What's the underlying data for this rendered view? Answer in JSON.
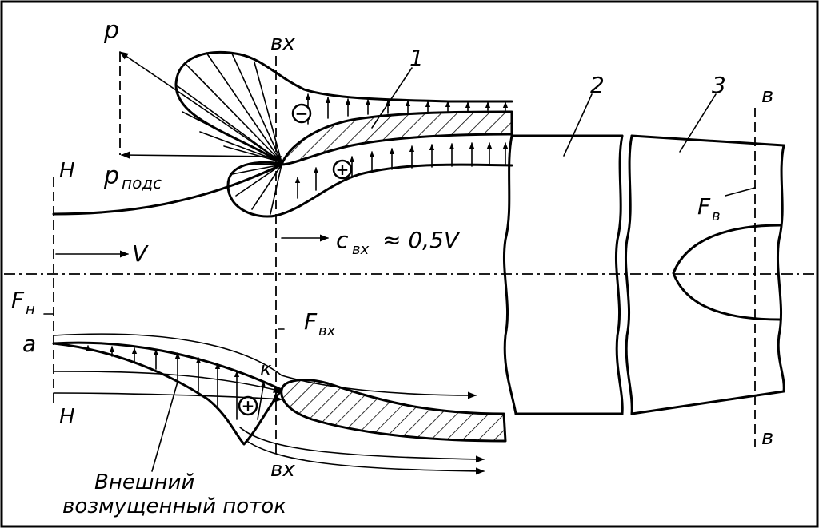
{
  "labels": {
    "p": "p",
    "p_podc": "p",
    "p_podc_sub": "подс",
    "vx_top": "вх",
    "vx_bottom": "вх",
    "num1": "1",
    "num2": "2",
    "num3": "3",
    "v_top": "в",
    "v_bottom": "в",
    "H_top": "H",
    "H_bottom": "H",
    "V": "V",
    "c_vx": "c",
    "c_vx_sub": "вх",
    "c_vx_rest": "≈ 0,5V",
    "F_v": "F",
    "F_v_sub": "в",
    "F_n": "F",
    "F_n_sub": "н",
    "F_vx": "F",
    "F_vx_sub": "вх",
    "a": "a",
    "k": "к",
    "minus": "−",
    "plus_top": "+",
    "plus_bottom": "+",
    "caption_line1": "Внешний",
    "caption_line2": "возмущенный поток"
  }
}
